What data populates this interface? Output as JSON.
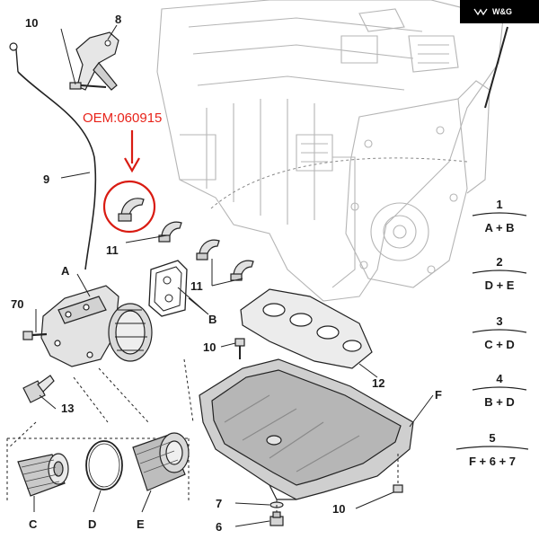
{
  "watermark": {
    "text": "W&G"
  },
  "oem_note": {
    "text": "OEM:060915",
    "color": "#e8231a"
  },
  "callouts": {
    "c10_top": "10",
    "c8": "8",
    "c9": "9",
    "c11_left": "11",
    "c11_right": "11",
    "cA": "A",
    "cB": "B",
    "c70": "70",
    "c10_mid": "10",
    "c12": "12",
    "c13": "13",
    "cF": "F",
    "cC": "C",
    "cD": "D",
    "cE": "E",
    "c7": "7",
    "c6": "6",
    "c10_bottom": "10"
  },
  "legend": [
    {
      "number": "1",
      "formula": "A + B"
    },
    {
      "number": "2",
      "formula": "D + E"
    },
    {
      "number": "3",
      "formula": "C + D"
    },
    {
      "number": "4",
      "formula": "B + D"
    },
    {
      "number": "5",
      "formula": "F + 6 + 7"
    }
  ]
}
